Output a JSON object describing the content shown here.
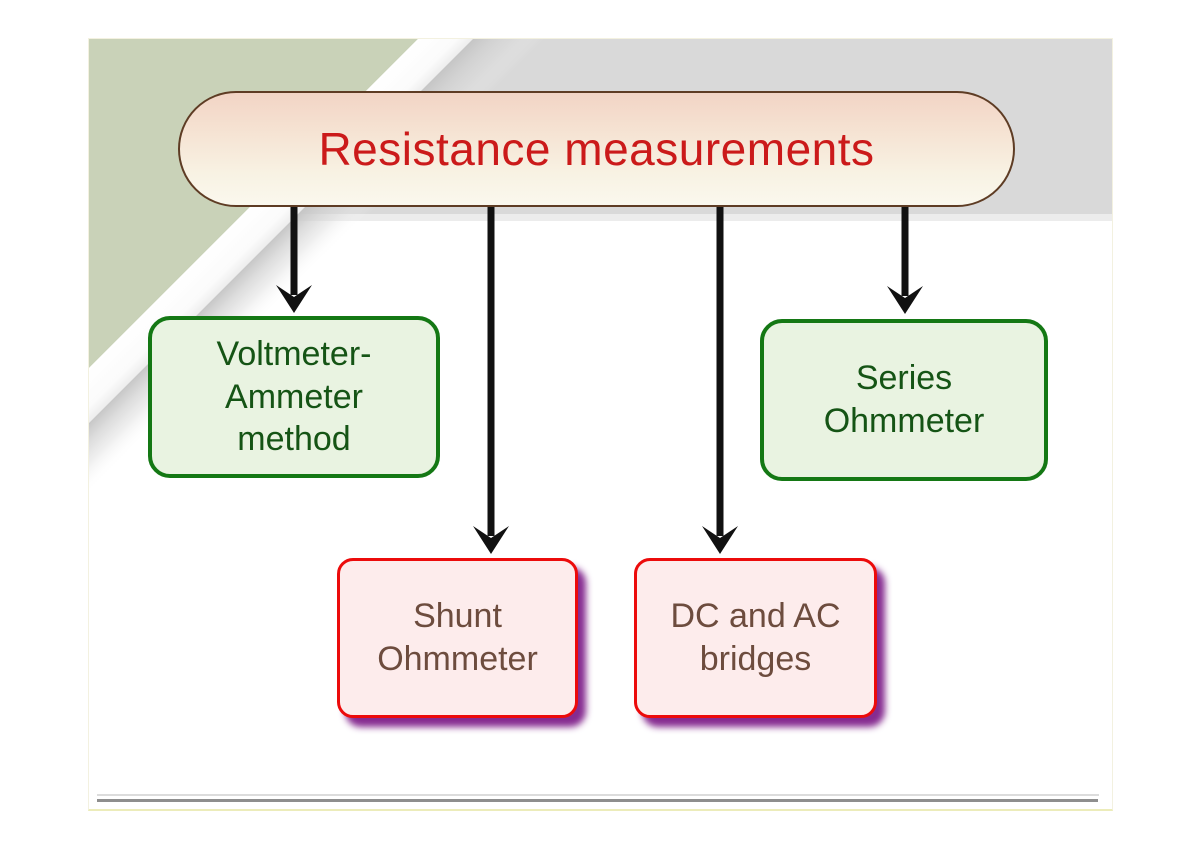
{
  "slide": {
    "title": "Resistance measurements",
    "nodes": {
      "root": {
        "label": "Resistance measurements"
      },
      "voltmeter_ammeter": {
        "label": "Voltmeter-\nAmmeter\nmethod"
      },
      "series_ohmmeter": {
        "label": "Series\nOhmmeter"
      },
      "shunt_ohmmeter": {
        "label": "Shunt\nOhmmeter"
      },
      "dc_ac_bridges": {
        "label": "DC and AC\nbridges"
      }
    },
    "edges": [
      {
        "from": "root",
        "to": "voltmeter_ammeter"
      },
      {
        "from": "root",
        "to": "shunt_ohmmeter"
      },
      {
        "from": "root",
        "to": "dc_ac_bridges"
      },
      {
        "from": "root",
        "to": "series_ohmmeter"
      }
    ],
    "colors": {
      "root_border": "#5e3c24",
      "root_fill_top": "#f2d4c5",
      "root_fill_bottom": "#faf8ee",
      "root_text": "#cb1a1a",
      "green_border": "#147814",
      "green_fill": "#e9f3e1",
      "green_text": "#155415",
      "red_border": "#ec0b0b",
      "red_fill": "#fdecec",
      "red_text": "#6d4c3e",
      "red_shadow": "#80208a",
      "arrow": "#111111",
      "bg_green_triangle": "#c9d2b8",
      "bg_gray_band": "#d9d9d9"
    }
  }
}
